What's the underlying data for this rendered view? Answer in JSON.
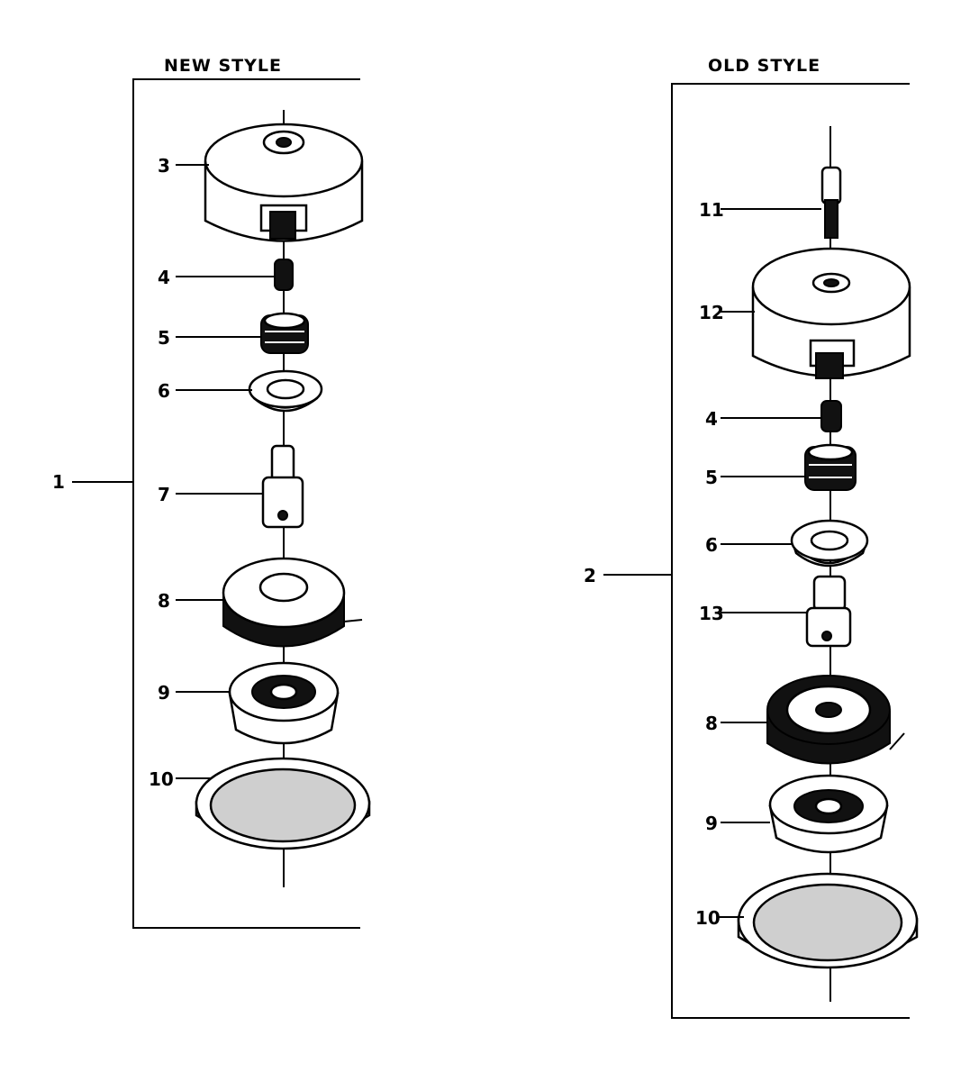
{
  "new_style": {
    "title": "NEW STYLE",
    "assembly_callout": "1",
    "callouts": {
      "c3": "3",
      "c4": "4",
      "c5": "5",
      "c6": "6",
      "c7": "7",
      "c8": "8",
      "c9": "9",
      "c10": "10"
    }
  },
  "old_style": {
    "title": "OLD STYLE",
    "assembly_callout": "2",
    "callouts": {
      "c11": "11",
      "c12": "12",
      "c4": "4",
      "c5": "5",
      "c6": "6",
      "c13": "13",
      "c8": "8",
      "c9": "9",
      "c10": "10"
    }
  },
  "colors": {
    "ink": "#000000",
    "paper": "#ffffff"
  }
}
